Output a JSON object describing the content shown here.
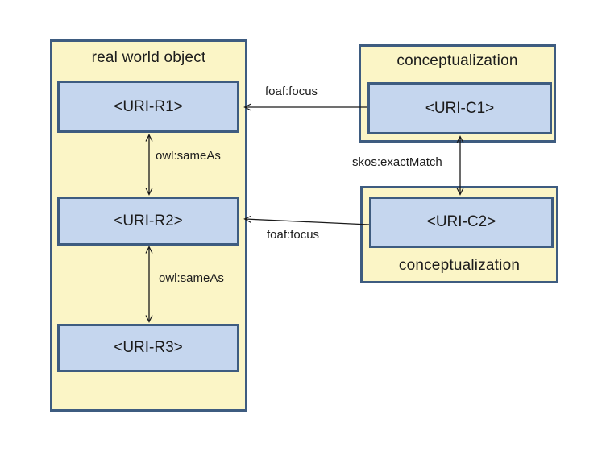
{
  "diagram": {
    "colors": {
      "group_fill": "#FBF5C6",
      "node_fill": "#C5D6EE",
      "border": "#3E5C80",
      "text": "#1C1C1C",
      "edge": "#1A1A1A",
      "bg": "#FFFFFF"
    },
    "groups": {
      "real_world": {
        "title": "real world object"
      },
      "concept1": {
        "title": "conceptualization"
      },
      "concept2": {
        "title": "conceptualization"
      }
    },
    "nodes": {
      "r1": {
        "label": "<URI-R1>"
      },
      "r2": {
        "label": "<URI-R2>"
      },
      "r3": {
        "label": "<URI-R3>"
      },
      "c1": {
        "label": "<URI-C1>"
      },
      "c2": {
        "label": "<URI-C2>"
      }
    },
    "edges": {
      "foaf_focus_1": {
        "label": "foaf:focus",
        "type": "single-arrow",
        "from": "c1",
        "to": "r1"
      },
      "foaf_focus_2": {
        "label": "foaf:focus",
        "type": "single-arrow",
        "from": "c2",
        "to": "r2"
      },
      "owl_sameas_1": {
        "label": "owl:sameAs",
        "type": "double-arrow",
        "from": "r1",
        "to": "r2"
      },
      "owl_sameas_2": {
        "label": "owl:sameAs",
        "type": "double-arrow",
        "from": "r2",
        "to": "r3"
      },
      "skos_exactmatch": {
        "label": "skos:exactMatch",
        "type": "double-arrow",
        "from": "c1",
        "to": "c2"
      }
    }
  }
}
